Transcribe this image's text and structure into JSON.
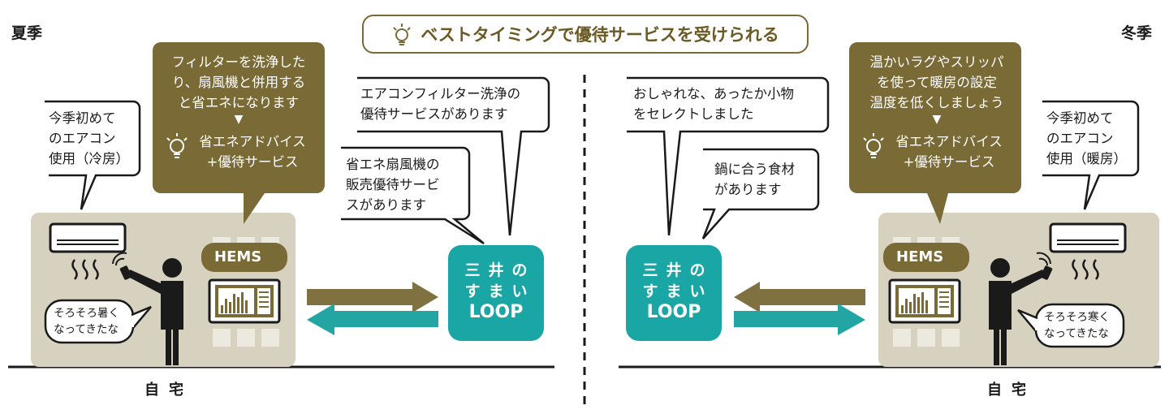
{
  "seasons": {
    "summer": "夏季",
    "winter": "冬季"
  },
  "headline": {
    "text": "ベストタイミングで優待サービスを受けられる",
    "icon": "lightbulb-icon"
  },
  "summer": {
    "first_ac_bubble": "今季初めて\nのエアコン\n使用（冷房）",
    "advice_bubble": "フィルターを洗浄した\nり、扇風機と併用する\nと省エネになります",
    "advice_arrow": "▼",
    "advice_service": "省エネアドバイス\n+優待サービス",
    "filter_bubble": "エアコンフィルター洗浄の\n優待サービスがあります",
    "fan_bubble": "省エネ扇風機の\n販売優待サービ\nスがあります",
    "person_bubble": "そろそろ暑く\nなってきたな",
    "hems": "HEMS",
    "home": "自宅"
  },
  "winter": {
    "goods_bubble": "おしゃれな、あったか小物\nをセレクトしました",
    "food_bubble": "鍋に合う食材\nがあります",
    "advice_bubble": "温かいラグやスリッパ\nを使って暖房の設定\n温度を低くしましょう",
    "advice_arrow": "▼",
    "advice_service": "省エネアドバイス\n+優待サービス",
    "first_ac_bubble": "今季初めて\nのエアコン\n使用（暖房）",
    "person_bubble": "そろそろ寒く\nなってきたな",
    "hems": "HEMS",
    "home": "自宅"
  },
  "loop": {
    "line1": "三井の",
    "line2": "すまい",
    "line3": "LOOP"
  },
  "colors": {
    "olive": "#7a6a36",
    "teal": "#1aa6a4",
    "house": "#d6d2bf",
    "arrow_olive": "#7f7140",
    "arrow_teal": "#22a5a3"
  }
}
